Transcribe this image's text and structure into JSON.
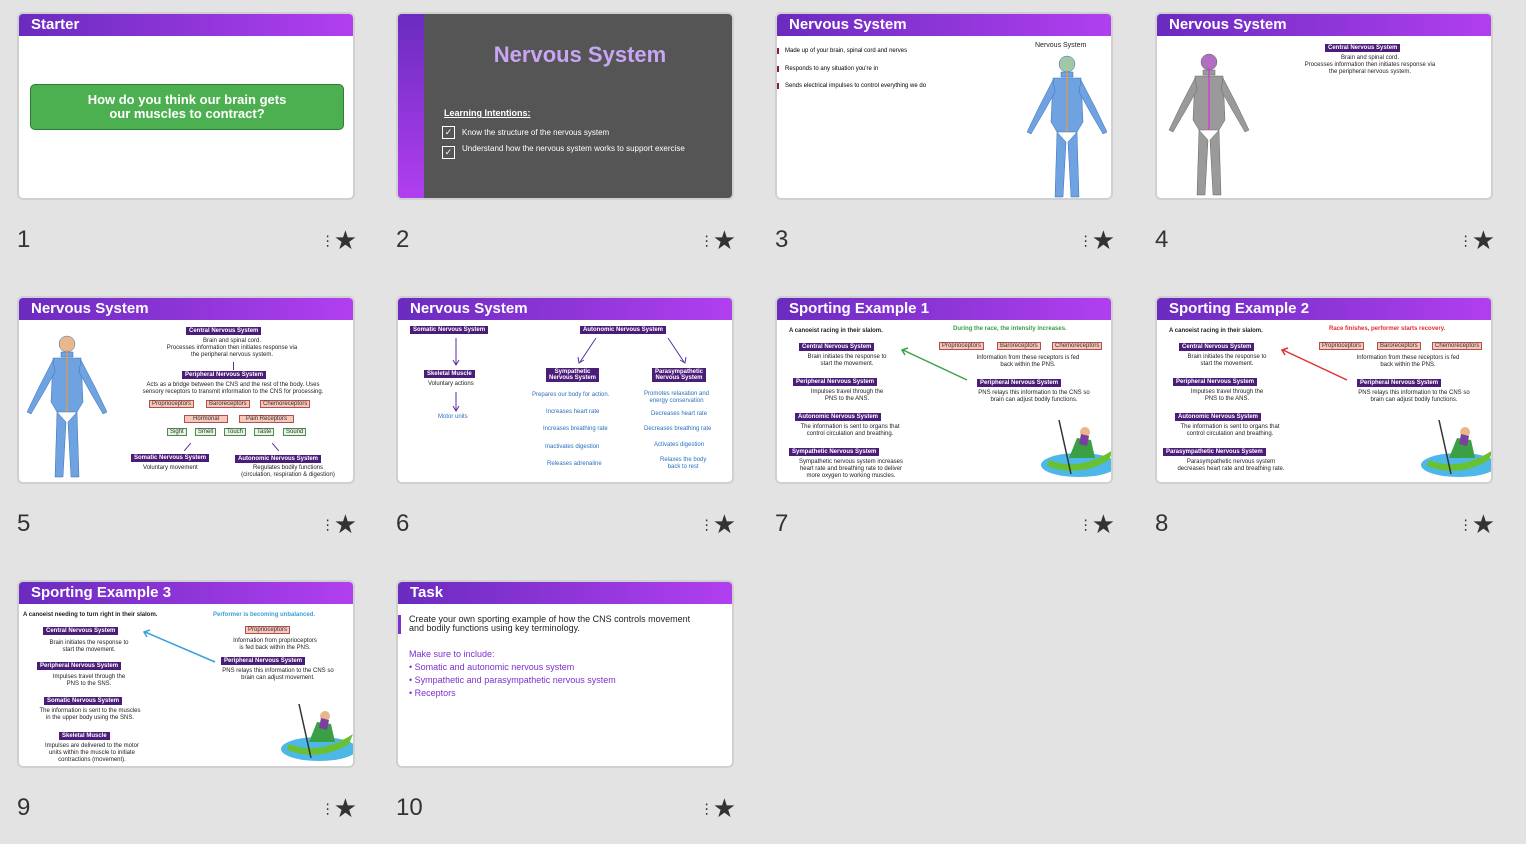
{
  "colors": {
    "accent": "#7b30d0",
    "starter_box": "#4caf50",
    "title_bg": "#555555"
  },
  "slides": [
    {
      "num": "1",
      "title": "Starter",
      "question": "How do you think our brain gets our muscles to contract?"
    },
    {
      "num": "2",
      "title": "Nervous System",
      "li_heading": "Learning Intentions:",
      "li": [
        "Know the structure of the nervous system",
        "Understand how the nervous system works to support exercise"
      ]
    },
    {
      "num": "3",
      "title": "Nervous System",
      "figure_label": "Nervous System",
      "bullets": [
        "Made up of your brain, spinal cord and nerves",
        "Responds to any situation you're in",
        "Sends electrical impulses to control everything we do"
      ]
    },
    {
      "num": "4",
      "title": "Nervous System",
      "cns_label": "Central Nervous System",
      "cns_text": "Brain and spinal cord.\nProcesses information then initiates response via\nthe peripheral nervous system."
    },
    {
      "num": "5",
      "title": "Nervous System",
      "cns_label": "Central Nervous System",
      "cns_text": "Brain and spinal cord.\nProcesses information then initiates response via\nthe peripheral nervous system.",
      "pns_label": "Peripheral Nervous System",
      "pns_text": "Acts as a bridge between the CNS and the rest of the body. Uses\nsensory receptors to transmit information to the CNS for processing.",
      "receptors": [
        "Proprioceptors",
        "Baroreceptors",
        "Chemoreceptors"
      ],
      "receptors2": [
        "Hormonal",
        "Pain Receptors"
      ],
      "senses": [
        "Sight",
        "Smell",
        "Touch",
        "Taste",
        "Sound"
      ],
      "somatic_label": "Somatic Nervous System",
      "somatic_text": "Voluntary movement",
      "auto_label": "Autonomic Nervous System",
      "auto_text": "Regulates bodily functions\n(circulation, respiration & digestion)"
    },
    {
      "num": "6",
      "title": "Nervous System",
      "somatic_label": "Somatic Nervous System",
      "auto_label": "Autonomic Nervous System",
      "skeletal_label": "Skeletal Muscle",
      "skeletal_text": "Voluntary actions",
      "motor_text": "Motor units",
      "symp_label": "Sympathetic\nNervous System",
      "para_label": "Parasympathetic\nNervous System",
      "symp_items": [
        "Prepares our body for action.",
        "Increases heart rate",
        "Increases breathing rate",
        "Inactivates digestion",
        "Releases adrenaline"
      ],
      "para_items": [
        "Promotes relaxation and\nenergy conservation",
        "Decreases heart rate",
        "Decreases breathing rate",
        "Activates digestion",
        "Relaxes the body\nback to rest"
      ]
    },
    {
      "num": "7",
      "title": "Sporting Example 1",
      "intro": "A canoeist racing in their slalom.",
      "event": "During the race, the intensity increases.",
      "cns_label": "Central Nervous System",
      "cns_text": "Brain initiates the response to\nstart the movement.",
      "pns_label": "Peripheral Nervous System",
      "pns_text": "Impulses travel through the\nPNS to the ANS.",
      "auto_label": "Autonomic Nervous System",
      "auto_text": "The information is sent to organs that\ncontrol circulation and breathing.",
      "final_label": "Sympathetic Nervous System",
      "final_text": "Sympathetic nervous system increases\nheart rate and breathing rate to deliver\nmore oxygen to working muscles.",
      "receptors": [
        "Proprioceptors",
        "Baroreceptors",
        "Chemoreceptors"
      ],
      "rec_text": "Information from these receptors is fed\nback within the PNS.",
      "pns2_label": "Peripheral Nervous System",
      "pns2_text": "PNS relays this information to the CNS so\nbrain can adjust bodily functions."
    },
    {
      "num": "8",
      "title": "Sporting Example 2",
      "intro": "A canoeist racing in their slalom.",
      "event": "Race finishes, performer starts recovery.",
      "cns_label": "Central Nervous System",
      "cns_text": "Brain initiates the response to\nstart the movement.",
      "pns_label": "Peripheral Nervous System",
      "pns_text": "Impulses travel through the\nPNS to the ANS.",
      "auto_label": "Autonomic Nervous System",
      "auto_text": "The information is sent to organs that\ncontrol circulation and breathing.",
      "final_label": "Parasympathetic Nervous System",
      "final_text": "Parasympathetic nervous system\ndecreases heart rate and breathing rate.",
      "receptors": [
        "Proprioceptors",
        "Baroreceptors",
        "Chemoreceptors"
      ],
      "rec_text": "Information from these receptors is fed\nback within the PNS.",
      "pns2_label": "Peripheral Nervous System",
      "pns2_text": "PNS relays this information to the CNS so\nbrain can adjust bodily functions."
    },
    {
      "num": "9",
      "title": "Sporting Example 3",
      "intro": "A canoeist needing to turn right in their slalom.",
      "event": "Performer is becoming unbalanced.",
      "cns_label": "Central Nervous System",
      "cns_text": "Brain initiates the response to\nstart the movement.",
      "pns_label": "Peripheral Nervous System",
      "pns_text": "Impulses travel through the\nPNS to the SNS.",
      "som_label": "Somatic Nervous System",
      "som_text": "The information is sent to the muscles\nin the upper body using the SNS.",
      "skel_label": "Skeletal Muscle",
      "skel_text": "Impulses are delivered to the motor\nunits within the muscle to initiate\ncontractions (movement).",
      "receptor": "Proprioceptors",
      "rec_text": "Information from proprioceptors\nis fed back within the PNS.",
      "pns2_label": "Peripheral Nervous System",
      "pns2_text": "PNS relays this information to the CNS so\nbrain can adjust movement."
    },
    {
      "num": "10",
      "title": "Task",
      "task": "Create your own sporting example of how the CNS controls movement\nand bodily functions using key terminology.",
      "make_sure": "Make sure to include:",
      "items": [
        "• Somatic and autonomic nervous system",
        "• Sympathetic and parasympathetic nervous system",
        "• Receptors"
      ]
    }
  ]
}
